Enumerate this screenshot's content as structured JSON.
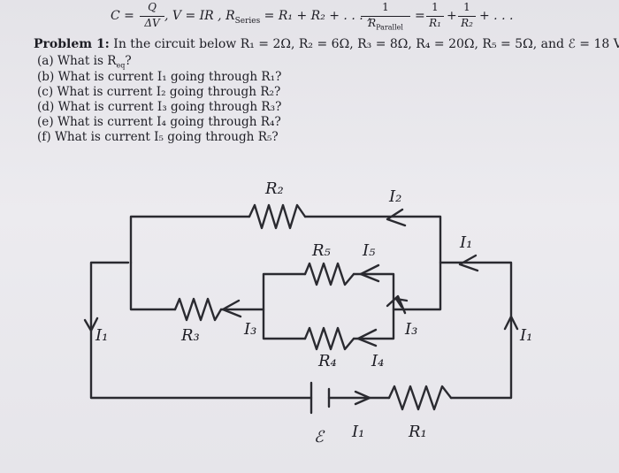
{
  "formulas": {
    "cap_lhs": "C =",
    "cap_num": "Q",
    "cap_den": "ΔV",
    "ohm": ", V = IR , R",
    "series_sub": "Series",
    "series_rhs": " = R₁ + R₂ + . . . ,",
    "par_num": "1",
    "par_den": "R",
    "par_sub": "Parallel",
    "eq": "=",
    "r1_num": "1",
    "r1_den": "R₁",
    "plus": "+",
    "r2_num": "1",
    "r2_den": "R₂",
    "tail": "+ . . ."
  },
  "problem": {
    "heading": "Problem 1:",
    "statement": " In the circuit below R₁ = 2Ω, R₂ = 6Ω, R₃ = 8Ω, R₄ = 20Ω, R₅ = 5Ω, and ℰ = 18 V.",
    "questions": [
      "(a) What is R",
      "(b) What is current I₁ going through R₁?",
      "(c) What is current I₂ going through R₂?",
      "(d) What is current I₃ going through R₃?",
      "(e) What is current I₄ going through R₄?",
      "(f) What is current I₅ going through R₅?"
    ],
    "req_sub": "eq",
    "req_q": "?"
  },
  "circuit": {
    "labels": {
      "R2": "R₂",
      "I2": "I₂",
      "R5": "R₅",
      "I5": "I₅",
      "I1_top": "I₁",
      "I1_left": "I₁",
      "R3": "R₃",
      "I3_left": "I₃",
      "I3_right": "I₃",
      "I1_right": "I₁",
      "R4": "R₄",
      "I4": "I₄",
      "emf": "ℰ",
      "I1_bottom": "I₁",
      "R1": "R₁"
    }
  }
}
